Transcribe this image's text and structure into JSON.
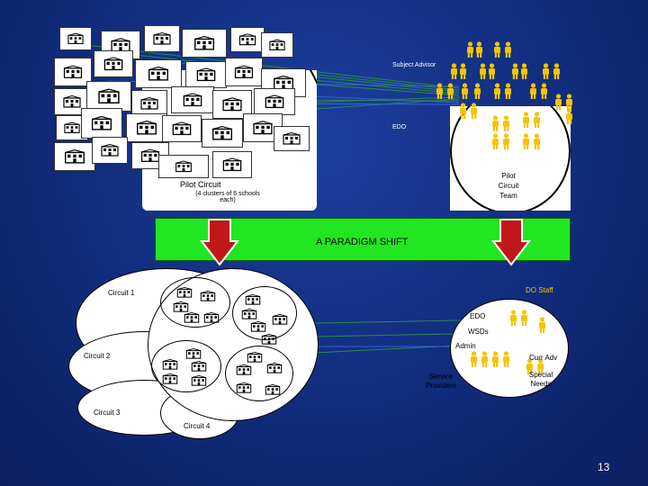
{
  "top": {
    "subject_advisor": "Subject Advisor",
    "edo": "EDO",
    "pilot_circuit": "Pilot Circuit",
    "pilot_circuit_note": "(4 clusters of 6 schools each)",
    "pilot_team_l1": "Pilot",
    "pilot_team_l2": "Circuit",
    "pilot_team_l3": "Team"
  },
  "banner": {
    "text": "A PARADIGM SHIFT"
  },
  "bottom": {
    "circuit_1": "Circuit 1",
    "circuit_2": "Circuit 2",
    "circuit_3": "Circuit 3",
    "circuit_4": "Circuit 4",
    "do_staff": "DO Staff",
    "edo": "EDO",
    "wsds": "WSDs",
    "admin": "Admin",
    "curr_adv": "Curr Adv",
    "service_l1": "Service",
    "service_l2": "Providers",
    "special_l1": "Special",
    "special_l2": "Needs"
  },
  "page_number": "13",
  "colors": {
    "banner_green": "#22e622",
    "person_yellow": "#f5c400",
    "arrow_red": "#c01818",
    "background": "#102a78"
  }
}
